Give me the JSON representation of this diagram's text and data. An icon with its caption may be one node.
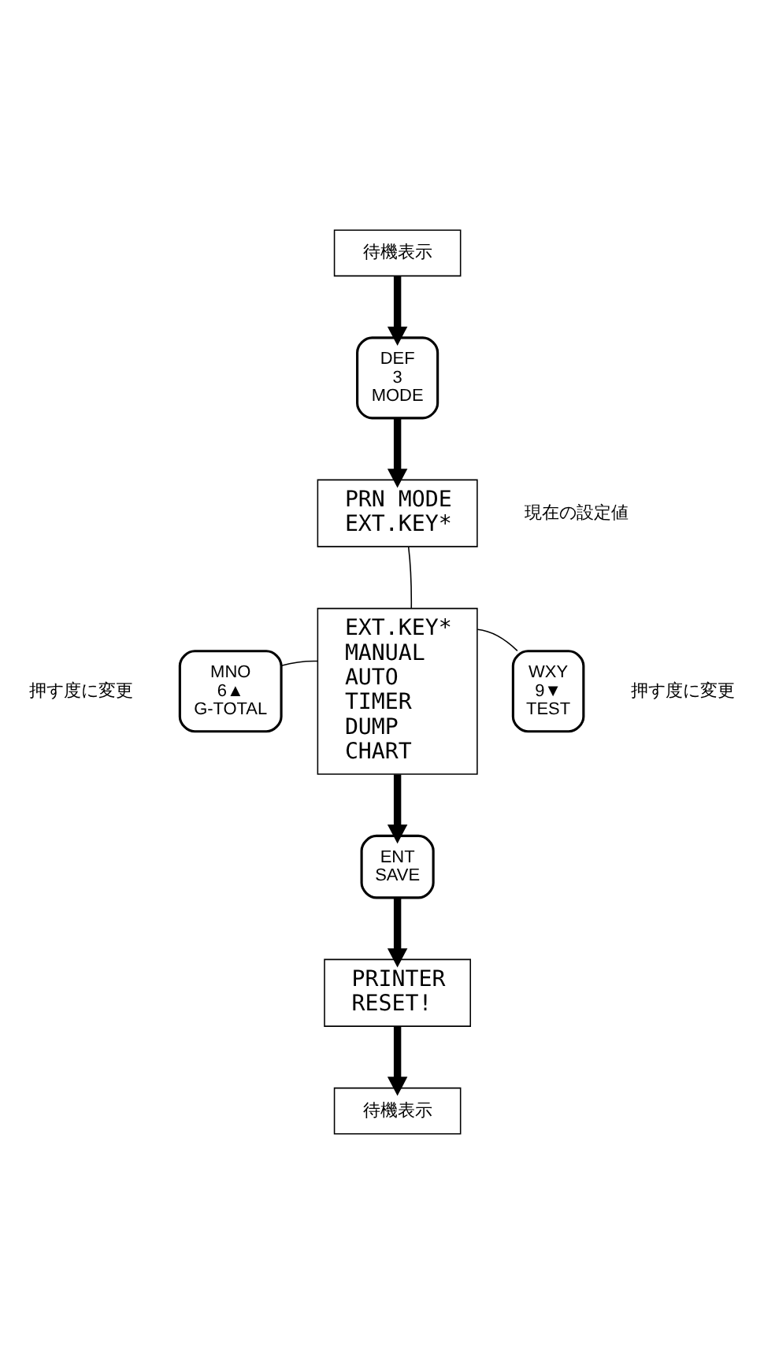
{
  "diagram": {
    "nodes": [
      {
        "text": [
          "待機表示"
        ]
      },
      {
        "text": [
          "DEF",
          "3",
          "MODE"
        ]
      },
      {
        "text": [
          "PRN MODE",
          "EXT.KEY*"
        ],
        "beside": [
          "現在の設定値"
        ]
      },
      {
        "text": [
          "EXT.KEY*",
          "MANUAL",
          "AUTO",
          "TIMER",
          "DUMP",
          "CHART"
        ]
      },
      {
        "text": [
          "MNO",
          "6▲",
          "G-TOTAL"
        ],
        "beside": [
          "押す度に変更"
        ]
      },
      {
        "text": [
          "WXY",
          "9▼",
          "TEST"
        ],
        "beside": [
          "押す度に変更"
        ]
      },
      {
        "text": [
          "ENT",
          "SAVE"
        ]
      },
      {
        "text": [
          "PRINTER",
          "RESET!"
        ]
      },
      {
        "text": [
          "待機表示"
        ]
      }
    ],
    "edges": [
      {
        "from": 0,
        "to": 1,
        "arrow": "to"
      },
      {
        "from": 1,
        "to": 2,
        "arrow": "to"
      },
      {
        "from": 3,
        "to": 2,
        "arrow": "none"
      },
      {
        "from": 4,
        "to": 3,
        "arrow": "none"
      },
      {
        "from": 5,
        "to": 3,
        "arrow": "none"
      },
      {
        "from": 3,
        "to": 6,
        "arrow": "to"
      },
      {
        "from": 6,
        "to": 7,
        "arrow": "to"
      },
      {
        "from": 7,
        "to": 8,
        "arrow": "to"
      }
    ]
  }
}
